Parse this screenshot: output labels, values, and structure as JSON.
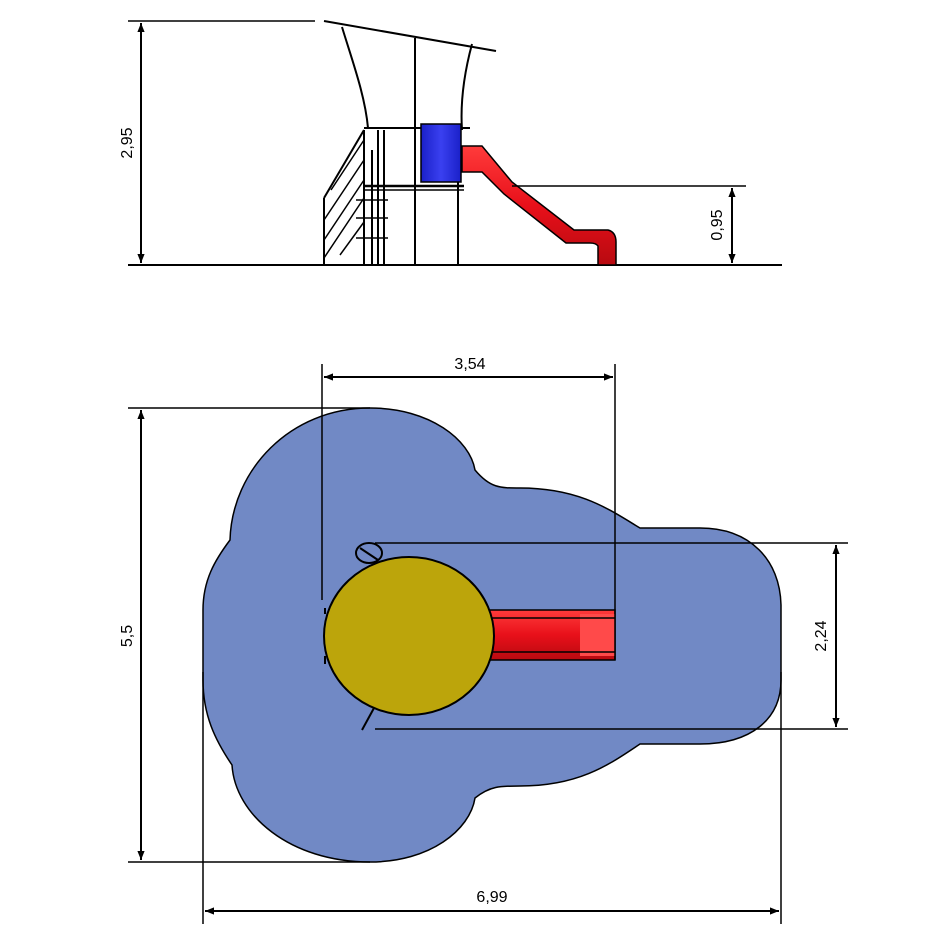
{
  "drawing": {
    "elevation": {
      "total_height_label": "2,95",
      "platform_height_label": "0,95"
    },
    "plan": {
      "slide_length_label": "3,54",
      "total_depth_label": "5,5",
      "platform_width_label": "2,24",
      "total_width_label": "6,99"
    }
  },
  "colors": {
    "safety_surface": "#7189C5",
    "platform_top": "#BCA50B",
    "slide_red": "#E8101A",
    "slide_red_light": "#FF4A4A",
    "panel_blue": "#2A30E6",
    "line": "#000000"
  }
}
